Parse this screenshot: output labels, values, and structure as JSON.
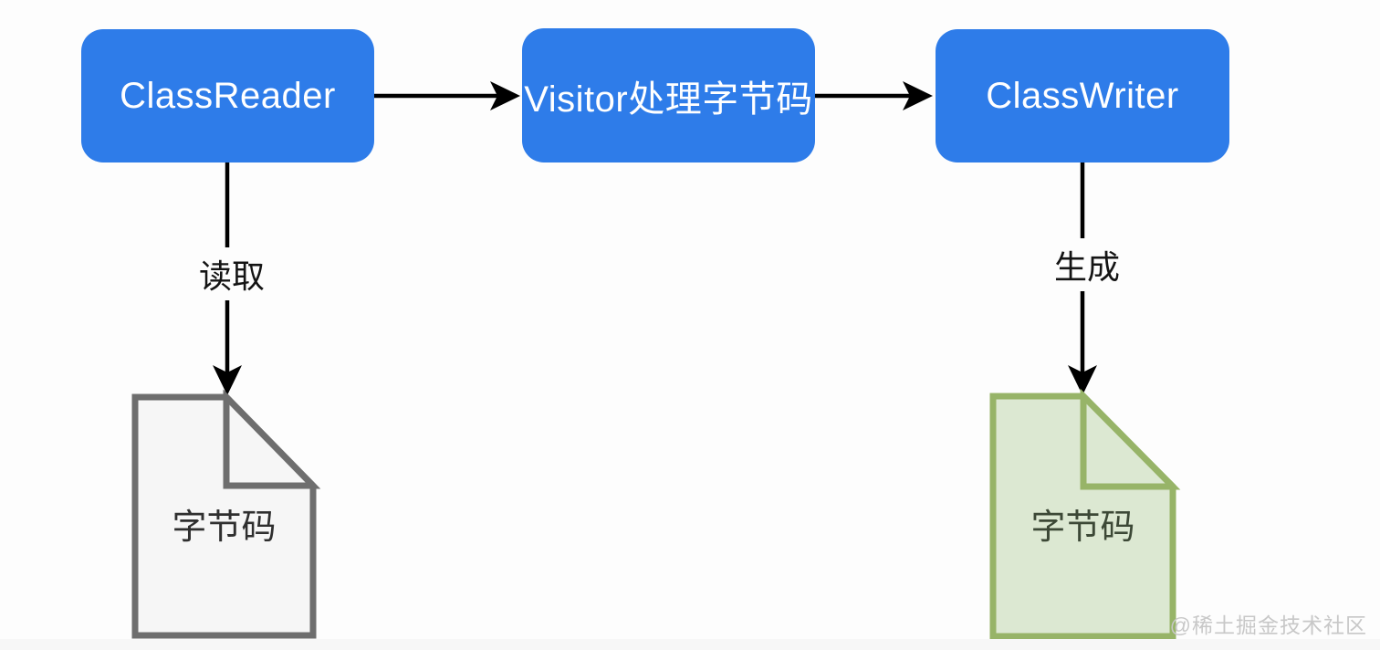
{
  "diagram": {
    "nodes": {
      "class_reader": {
        "label": "ClassReader"
      },
      "visitor": {
        "label": "Visitor处理字节码"
      },
      "class_writer": {
        "label": "ClassWriter"
      }
    },
    "edges": {
      "reader_to_visitor": {
        "label": ""
      },
      "visitor_to_writer": {
        "label": ""
      },
      "reader_to_input_doc": {
        "label": "读取"
      },
      "writer_to_output_doc": {
        "label": "生成"
      }
    },
    "documents": {
      "input": {
        "label": "字节码",
        "style": "gray"
      },
      "output": {
        "label": "字节码",
        "style": "green"
      }
    }
  },
  "watermark": {
    "text": "@稀土掘金技术社区"
  },
  "colors": {
    "node_fill": "#2e7ce9",
    "node_text": "#ffffff",
    "arrow": "#000000",
    "doc_gray_border": "#6e6e6e",
    "doc_gray_fill": "#f6f6f6",
    "doc_green_border": "#97b468",
    "doc_green_fill": "#dce8d2",
    "edge_label_text": "#141414",
    "watermark_text": "#c8c8c8"
  }
}
